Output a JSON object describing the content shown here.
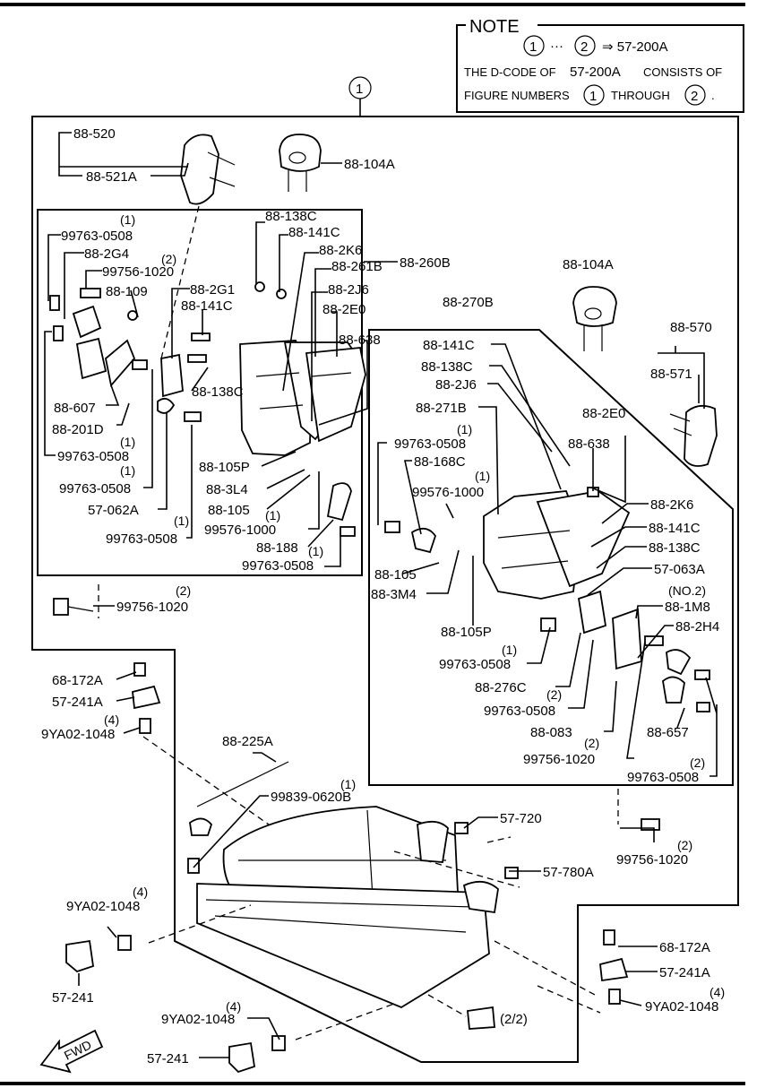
{
  "note": {
    "title": "NOTE",
    "fig1": "1",
    "dots": "···",
    "fig2": "2",
    "arrow_code": "⇒ 57-200A",
    "line2_pre": "THE D-CODE OF",
    "line2_code": "57-200A",
    "line2_post": "CONSISTS OF",
    "line3_pre": "FIGURE NUMBERS",
    "line3_mid": "THROUGH",
    "line3_post": "."
  },
  "main_figure_number": "1",
  "continued": "(2/2)",
  "fwd": "FWD",
  "labels": {
    "l88_520": "88-520",
    "l88_521A": "88-521A",
    "l88_104A_top": "88-104A",
    "l88_104A_right": "88-104A",
    "l88_260B": "88-260B",
    "l88_270B": "88-270B",
    "l88_570": "88-570",
    "l88_571": "88-571",
    "l99763_0508_a": "99763-0508",
    "l88_2G4": "88-2G4",
    "l99756_1020_a": "99756-1020",
    "l88_109": "88-109",
    "l88_2G1": "88-2G1",
    "l88_141C_a": "88-141C",
    "l88_138C_a": "88-138C",
    "l88_141C_b": "88-141C",
    "l88_2K6_a": "88-2K6",
    "l88_261B": "88-261B",
    "l88_2J6_a": "88-2J6",
    "l88_2E0_a": "88-2E0",
    "l88_638_a": "88-638",
    "l88_138C_b": "88-138C",
    "l88_607": "88-607",
    "l88_201D": "88-201D",
    "l99763_0508_b": "99763-0508",
    "l99763_0508_c": "99763-0508",
    "l57_062A": "57-062A",
    "l99763_0508_d": "99763-0508",
    "l88_105P_a": "88-105P",
    "l88_3L4": "88-3L4",
    "l88_105_a": "88-105",
    "l99576_1000_a": "99576-1000",
    "l88_188": "88-188",
    "l99763_0508_e": "99763-0508",
    "l99756_1020_b": "99756-1020",
    "l88_141C_c": "88-141C",
    "l88_138C_c": "88-138C",
    "l88_2J6_b": "88-2J6",
    "l88_271B": "88-271B",
    "l99763_0508_f": "99763-0508",
    "l88_168C": "88-168C",
    "l99576_1000_b": "99576-1000",
    "l88_2E0_b": "88-2E0",
    "l88_638_b": "88-638",
    "l88_2K6_b": "88-2K6",
    "l88_141C_d": "88-141C",
    "l88_138C_d": "88-138C",
    "l57_063A": "57-063A",
    "l_no2": "(NO.2)",
    "l88_1M8": "88-1M8",
    "l88_2H4": "88-2H4",
    "l88_105_b": "88-105",
    "l88_3M4": "88-3M4",
    "l88_105P_b": "88-105P",
    "l99763_0508_g": "99763-0508",
    "l88_276C": "88-276C",
    "l99763_0508_h": "99763-0508",
    "l88_083": "88-083",
    "l88_657": "88-657",
    "l99756_1020_c": "99756-1020",
    "l99763_0508_i": "99763-0508",
    "l68_172A_a": "68-172A",
    "l57_241A_a": "57-241A",
    "l9YA02_1048_a": "9YA02-1048",
    "l88_225A": "88-225A",
    "l99839_0620B": "99839-0620B",
    "l57_720": "57-720",
    "l57_780A": "57-780A",
    "l99756_1020_d": "99756-1020",
    "l9YA02_1048_b": "9YA02-1048",
    "l57_241_a": "57-241",
    "l68_172A_b": "68-172A",
    "l57_241A_b": "57-241A",
    "l9YA02_1048_c": "9YA02-1048",
    "l9YA02_1048_d": "9YA02-1048",
    "l57_241_b": "57-241"
  },
  "qty": {
    "q99763_0508_a": "(1)",
    "q99756_1020_a": "(2)",
    "q99763_0508_b": "(1)",
    "q99763_0508_c": "(1)",
    "q99763_0508_d": "(1)",
    "q99576_1000_a": "(1)",
    "q99763_0508_e": "(1)",
    "q99756_1020_b": "(2)",
    "q99763_0508_f": "(1)",
    "q99576_1000_b": "(1)",
    "q99763_0508_g": "(1)",
    "q99763_0508_h": "(2)",
    "q99756_1020_c": "(2)",
    "q99763_0508_i": "(2)",
    "q9YA02_1048_a": "(4)",
    "q99839_0620B": "(1)",
    "q99756_1020_d": "(2)",
    "q9YA02_1048_b": "(4)",
    "q9YA02_1048_c": "(4)",
    "q9YA02_1048_d": "(4)"
  }
}
